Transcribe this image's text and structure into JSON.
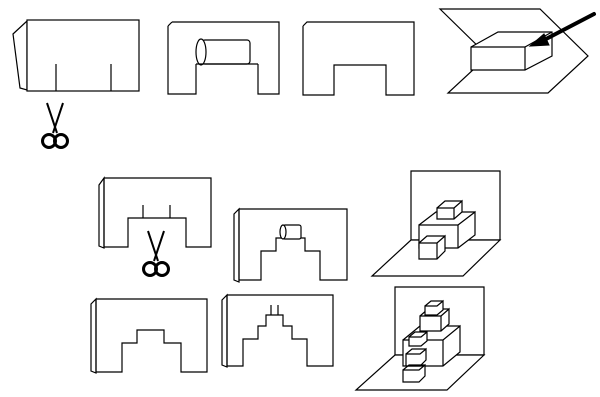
{
  "figure": {
    "steps": [
      {
        "id": "fold-sheet"
      },
      {
        "id": "fold-flap"
      },
      {
        "id": "unfold-rectangle"
      },
      {
        "id": "popup-box-with-knife"
      },
      {
        "id": "cut-stepped-notch"
      },
      {
        "id": "fold-stepped-flap"
      },
      {
        "id": "popup-stepped-boxes"
      },
      {
        "id": "cut-inner-steps"
      },
      {
        "id": "double-stepped-outline"
      },
      {
        "id": "popup-nested-boxes"
      }
    ],
    "icons": [
      "scissors-icon",
      "scissors-icon"
    ]
  }
}
